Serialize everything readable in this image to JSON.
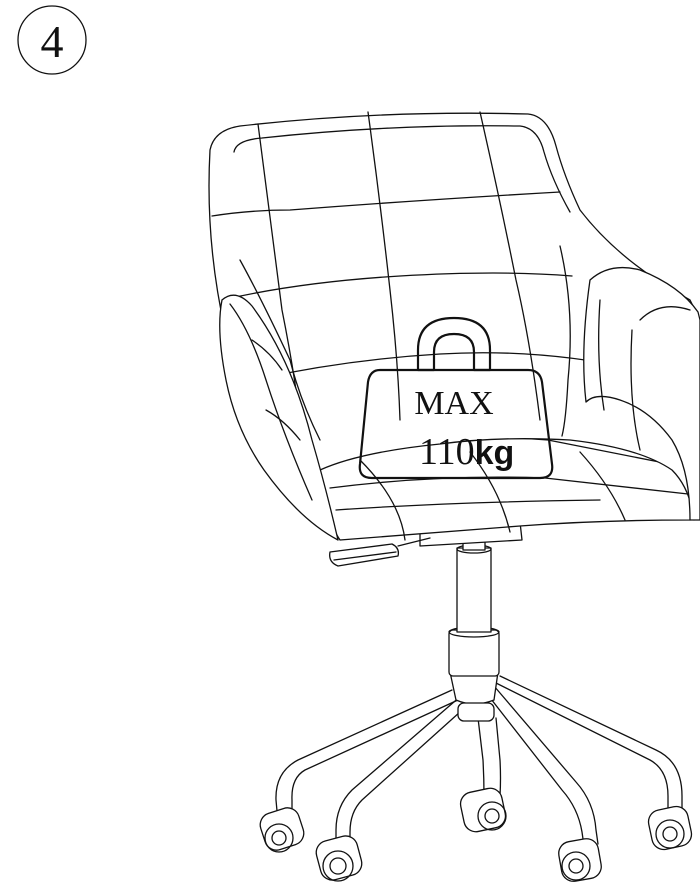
{
  "step": {
    "number": "4"
  },
  "weight_badge": {
    "label": "MAX",
    "value": "110",
    "unit": "kg"
  }
}
